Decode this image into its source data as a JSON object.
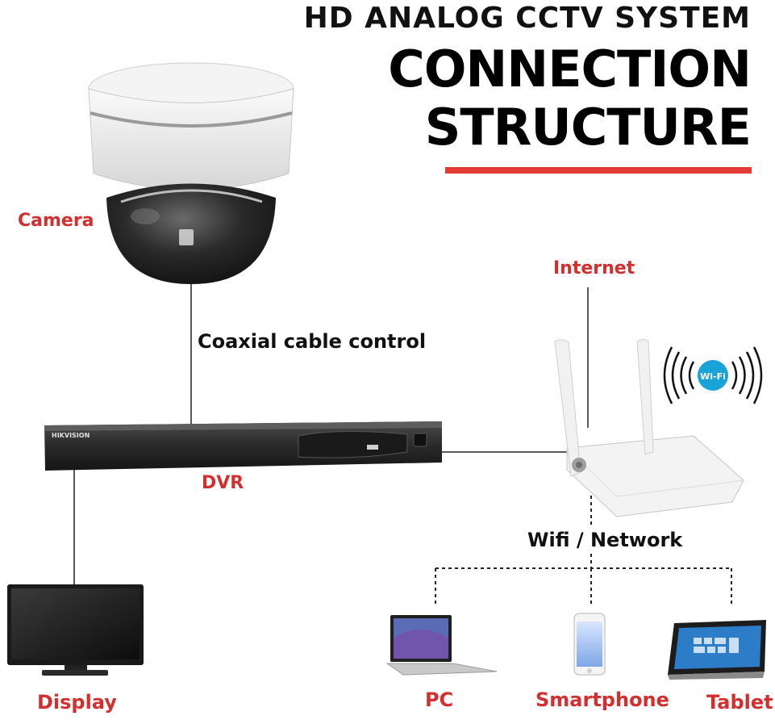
{
  "title": {
    "line1": "HD ANALOG CCTV SYSTEM",
    "line2": "CONNECTION",
    "line3": "STRUCTURE"
  },
  "labels": {
    "camera": "Camera",
    "coax": "Coaxial cable control",
    "dvr": "DVR",
    "internet": "Internet",
    "wifi_network": "Wifi / Network",
    "display": "Display",
    "pc": "PC",
    "smartphone": "Smartphone",
    "tablet": "Tablet"
  },
  "dvr_brand": "HIKVISION",
  "wifi_badge": "Wi-Fi",
  "colors": {
    "accent_red": "#d32f2f",
    "bar_red": "#e53935",
    "wifi_blue": "#1aa3d9",
    "line": "#222222"
  },
  "icons": [
    "dome-camera-icon",
    "dvr-icon",
    "router-icon",
    "wifi-icon",
    "monitor-icon",
    "laptop-icon",
    "smartphone-icon",
    "tablet-icon"
  ]
}
